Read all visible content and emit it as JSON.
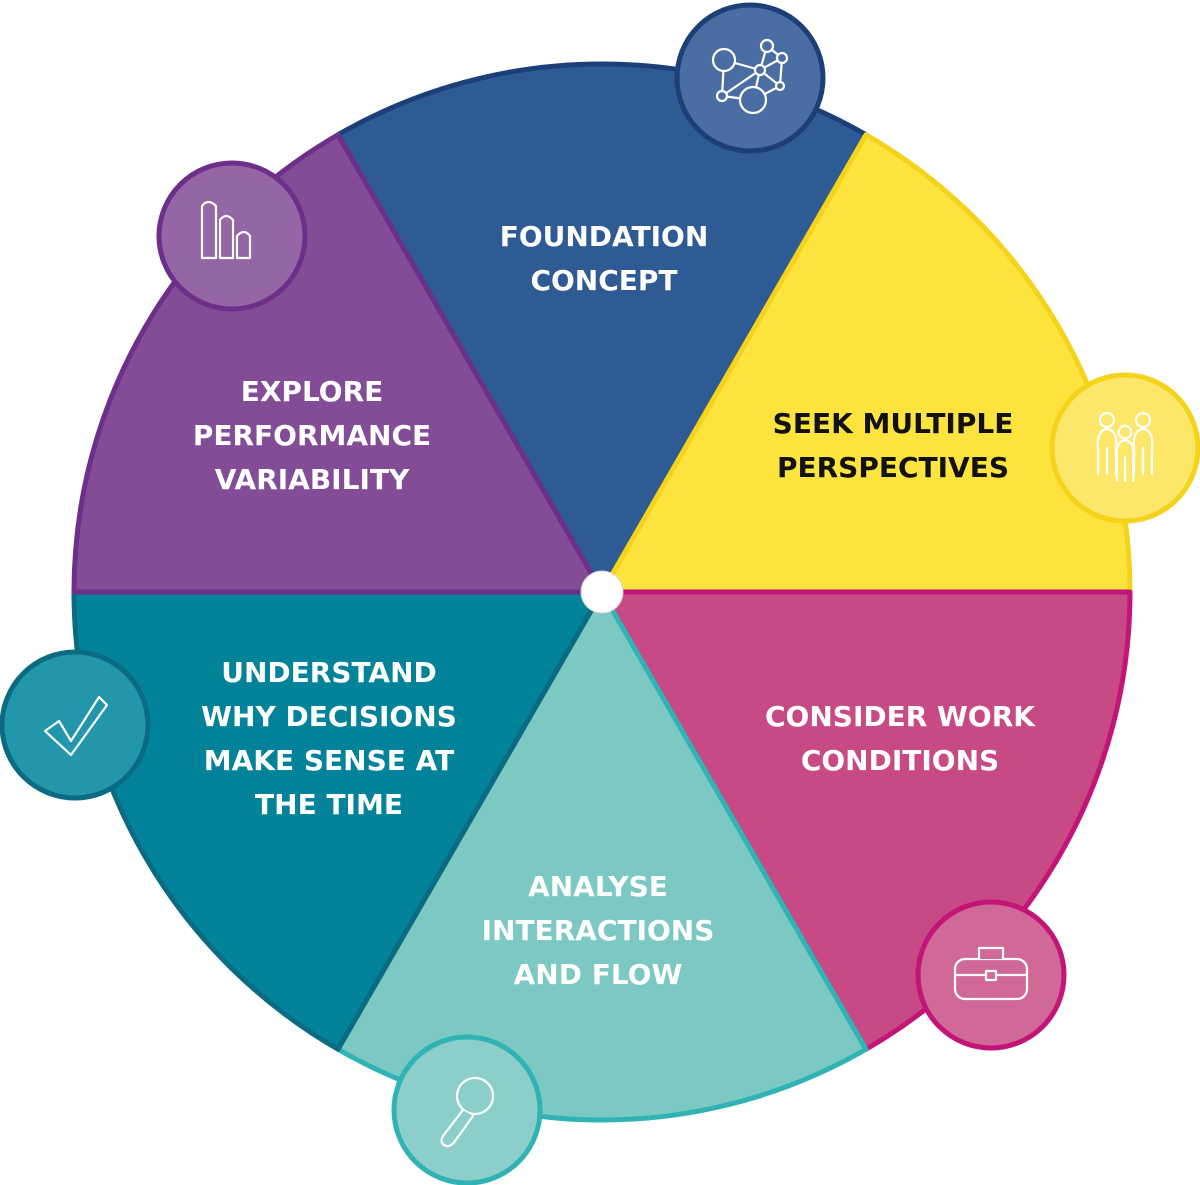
{
  "segments": [
    {
      "id": "foundation-concept",
      "lines": [
        "FOUNDATION",
        "CONCEPT"
      ],
      "fill": "#2f5b94",
      "stroke": "#1d3f78",
      "text_color": "#ffffff",
      "icon": "network-icon",
      "icon_fill": "#4a6ea4"
    },
    {
      "id": "seek-multiple-perspectives",
      "lines": [
        "SEEK MULTIPLE",
        "PERSPECTIVES"
      ],
      "fill": "#fde33e",
      "stroke": "#f4d31a",
      "text_color": "#111111",
      "icon": "people-icon",
      "icon_fill": "#fde76b"
    },
    {
      "id": "consider-work-conditions",
      "lines": [
        "CONSIDER WORK",
        "CONDITIONS"
      ],
      "fill": "#c84a85",
      "stroke": "#c21577",
      "text_color": "#ffffff",
      "icon": "toolbox-icon",
      "icon_fill": "#d06898"
    },
    {
      "id": "analyse-interactions-and-flow",
      "lines": [
        "ANALYSE",
        "INTERACTIONS",
        "AND FLOW"
      ],
      "fill": "#7cc8c2",
      "stroke": "#2fb3b5",
      "text_color": "#ffffff",
      "icon": "magnifier-icon",
      "icon_fill": "#8ccfca"
    },
    {
      "id": "understand-why-decisions",
      "lines": [
        "UNDERSTAND",
        "WHY DECISIONS",
        "MAKE SENSE AT",
        "THE TIME"
      ],
      "fill": "#038399",
      "stroke": "#0a6b82",
      "text_color": "#ffffff",
      "icon": "checkmark-icon",
      "icon_fill": "#2296ab"
    },
    {
      "id": "explore-performance-variability",
      "lines": [
        "EXPLORE",
        "PERFORMANCE",
        "VARIABILITY"
      ],
      "fill": "#834c97",
      "stroke": "#6e2f8b",
      "text_color": "#ffffff",
      "icon": "bars-icon",
      "icon_fill": "#9466a6"
    }
  ],
  "hub_color": "#ffffff"
}
